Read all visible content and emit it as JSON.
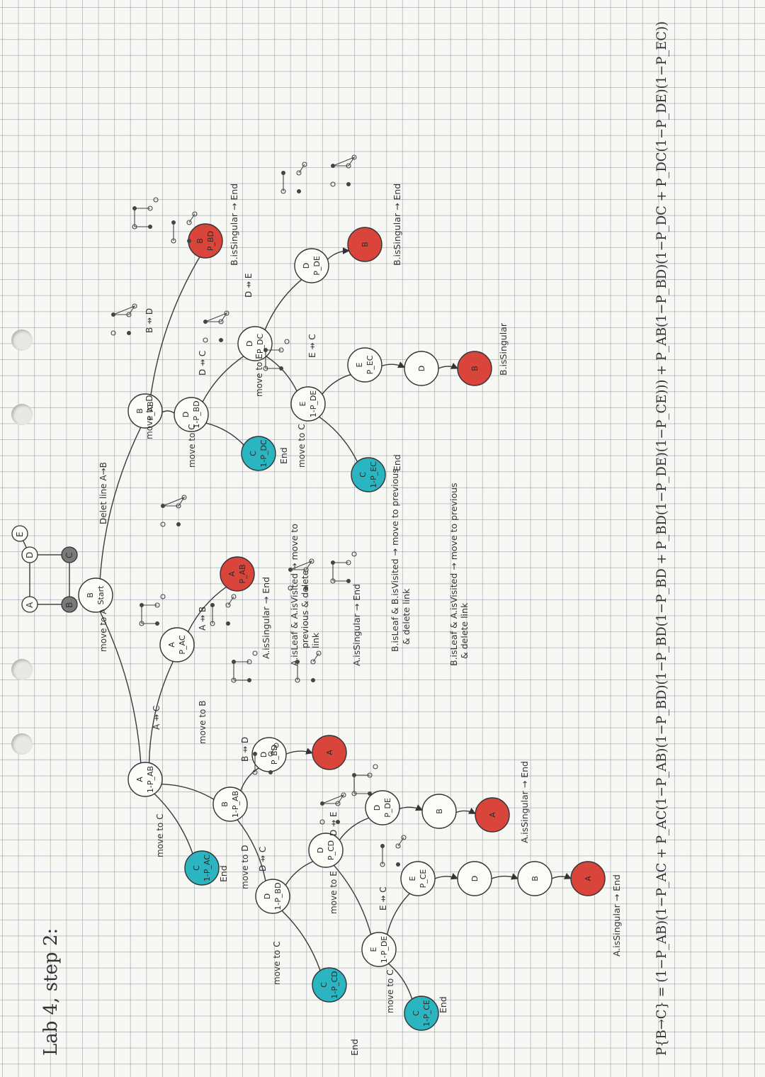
{
  "title": "Lab 4, step 2:",
  "colors": {
    "end_fail": "#d9453a",
    "end_success": "#2bb5c0",
    "ink": "#333333"
  },
  "reference_graph": {
    "nodes": [
      "A",
      "B",
      "C",
      "D",
      "E"
    ]
  },
  "root": {
    "top": "B",
    "bottom": "Start"
  },
  "nodes": {
    "n_A1": {
      "top": "A",
      "bottom": "1-P_AB",
      "kind": "plain"
    },
    "n_A2": {
      "top": "A",
      "bottom": "P_AC",
      "kind": "plain"
    },
    "n_Ar1": {
      "top": "A",
      "bottom": "P_AB",
      "kind": "fail"
    },
    "n_C1": {
      "top": "C",
      "bottom": "1-P_AC",
      "kind": "success"
    },
    "n_B2": {
      "top": "B",
      "bottom": "1-P_AB",
      "kind": "plain"
    },
    "n_D2": {
      "top": "D",
      "bottom": "P_BD",
      "kind": "plain"
    },
    "n_Ar2": {
      "top": "A",
      "bottom": "",
      "kind": "fail"
    },
    "n_D3": {
      "top": "D",
      "bottom": "1-P_BD",
      "kind": "plain"
    },
    "n_D4": {
      "top": "D",
      "bottom": "P_CD",
      "kind": "plain"
    },
    "n_D5": {
      "top": "D",
      "bottom": "P_DE",
      "kind": "plain"
    },
    "n_B5": {
      "top": "B",
      "bottom": "",
      "kind": "plain"
    },
    "n_Ar3": {
      "top": "A",
      "bottom": "",
      "kind": "fail"
    },
    "n_E3": {
      "top": "E",
      "bottom": "1-P_DE",
      "kind": "plain"
    },
    "n_E4": {
      "top": "E",
      "bottom": "P_CE",
      "kind": "plain"
    },
    "n_D6": {
      "top": "D",
      "bottom": "",
      "kind": "plain"
    },
    "n_B6": {
      "top": "B",
      "bottom": "",
      "kind": "plain"
    },
    "n_Ar4": {
      "top": "A",
      "bottom": "",
      "kind": "fail"
    },
    "n_C3": {
      "top": "C",
      "bottom": "1-P_CD",
      "kind": "success"
    },
    "n_C4": {
      "top": "C",
      "bottom": "1-P_CE",
      "kind": "success"
    },
    "n_BR": {
      "top": "B",
      "bottom": "P_AB",
      "kind": "plain"
    },
    "n_Br1": {
      "top": "B",
      "bottom": "P_BD",
      "kind": "fail"
    },
    "n_DR": {
      "top": "D",
      "bottom": "1-P_BD",
      "kind": "plain"
    },
    "n_CR": {
      "top": "C",
      "bottom": "1-P_DC",
      "kind": "success"
    },
    "n_DR2": {
      "top": "D",
      "bottom": "P_DC",
      "kind": "plain"
    },
    "n_DR3": {
      "top": "D",
      "bottom": "P_DE",
      "kind": "plain"
    },
    "n_Br2": {
      "top": "B",
      "bottom": "",
      "kind": "fail"
    },
    "n_ER": {
      "top": "E",
      "bottom": "1-P_DE",
      "kind": "plain"
    },
    "n_CR2": {
      "top": "C",
      "bottom": "1-P_EC",
      "kind": "success"
    },
    "n_ER2": {
      "top": "E",
      "bottom": "P_EC",
      "kind": "plain"
    },
    "n_DR4": {
      "top": "D",
      "bottom": "",
      "kind": "plain"
    },
    "n_Br3": {
      "top": "B",
      "bottom": "",
      "kind": "fail"
    }
  },
  "edge_labels": {
    "move_to_A": "move to A",
    "delete_A_B": "Delet line A→B",
    "move_to_C_1": "move to C",
    "A_not_C": "A ⇸ C",
    "A_not_B": "A ⇸ B",
    "move_to_B": "move to B",
    "B_not_D": "B ⇸ D",
    "move_to_D": "move to D",
    "D_not_C": "D ⇸ C",
    "D_not_E": "D ⇸ E",
    "move_to_C_2": "move to C",
    "move_to_E": "move to E",
    "E_not_C": "E ⇸ C",
    "move_to_C_3": "move to C",
    "r_B_not_D": "B ⇸ D",
    "r_move_to_D": "move to D",
    "r_move_to_C": "move to C",
    "r_D_not_C": "D ⇸ C",
    "r_D_not_E": "D ⇸ E",
    "r_move_to_E": "move to E",
    "r_E_not_C": "E ⇸ C",
    "r_move_to_C2": "move to C"
  },
  "notes": {
    "end": "End",
    "a_singular_1": "A.isSingular → End",
    "a_leaf_1": "A.isLeaf & A.isVisited → move to",
    "a_leaf_1b": "previous & delete",
    "a_leaf_1c": "link",
    "b_leaf_1": "B.isLeaf & B.isVisited → move to previous",
    "b_leaf_1b": "& delete link",
    "a_singular_2": "A.isSingular → End",
    "b_leaf_2": "B.isLeaf & A.isVisited → move to previous",
    "b_leaf_2b": "& delete link",
    "a_singular_3": "A.isSingular → End",
    "a_singular_4": "A.isSingular → End",
    "b_singular_1": "B.isSingular → End",
    "b_singular_2": "B.isSingular → End",
    "b_singular_3": "B.isSingular"
  },
  "formula": "P{B→C} = (1−P_AB)(1−P_AC + P_AC(1−P_AB)(1−P_BD)(1−P_BD(1−P_BD + P_BD(1−P_DE)(1−P_CE))) + P_AB(1−P_BD)(1−P_DC + P_DC(1−P_DE)(1−P_EC))"
}
